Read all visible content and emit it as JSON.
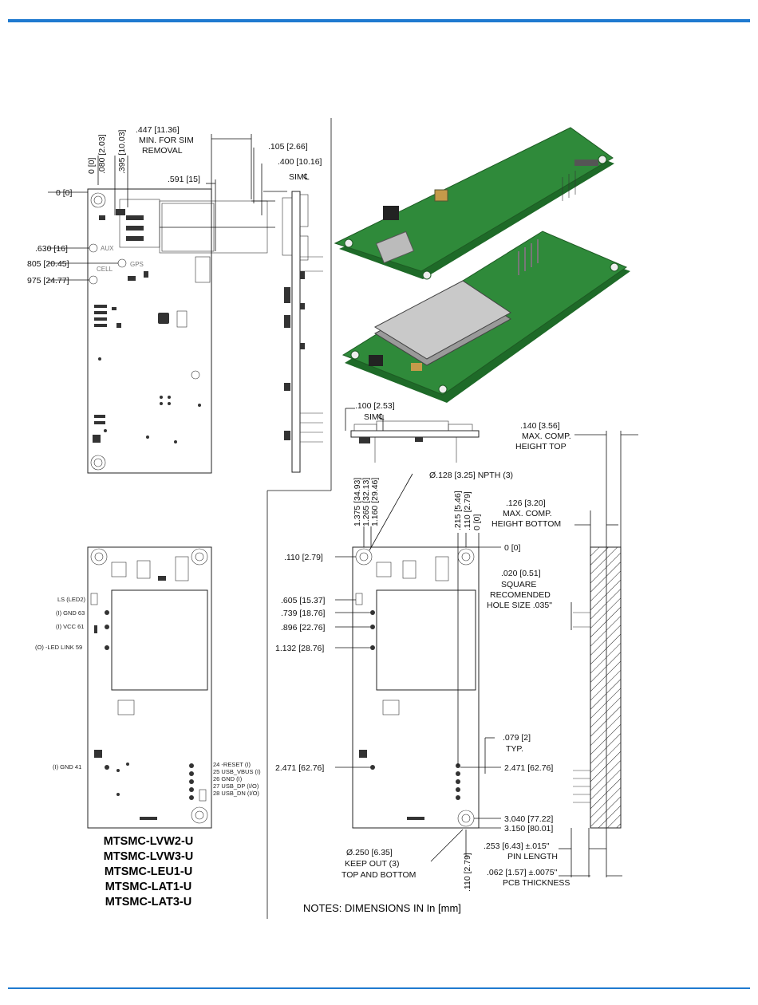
{
  "top_view": {
    "sim_min": ".447 [11.36]",
    "sim_min_note_1": "MIN. FOR SIM",
    "sim_min_note_2": "REMOVAL",
    "dim_105": ".105 [2.66]",
    "dim_400": ".400 [10.16]",
    "sim_cl": "SIM℄",
    "dim_591": ".591 [15]",
    "dim_0_0v": "0 [0]",
    "dim_080": ".080 [2.03]",
    "dim_395": ".395 [10.03]",
    "dim_0_0h": "0 [0]",
    "dim_630": ".630 [16]",
    "dim_805": "805 [20.45]",
    "dim_975": "975 [24.77]",
    "aux": "AUX",
    "cell": "CELL",
    "gps": "GPS"
  },
  "side_small": {
    "dim_100": ".100 [2.53]",
    "sim_cl": "SIM℄"
  },
  "bottom_left": {
    "ls_led2": "LS (LED2)",
    "gnd_63": "(I) GND  63",
    "vcc_61": "(I) VCC  61",
    "led_link": "(O) -LED LINK  59",
    "gnd_41": "(I) GND  41",
    "pins": [
      "24  -RESET (I)",
      "25  USB_VBUS (I)",
      "26  GND (I)",
      "27  USB_DP (I/O)",
      "28  USB_DN (I/O)"
    ]
  },
  "models": [
    "MTSMC-LVW2-U",
    "MTSMC-LVW3-U",
    "MTSMC-LEU1-U",
    "MTSMC-LAT1-U",
    "MTSMC-LAT3-U"
  ],
  "bottom_dims": {
    "v_1375": "1.375 [34.93]",
    "v_1265": "1.265 [32.13]",
    "v_1160": "1.160 [29.46]",
    "hole_dia": "Ø.128 [3.25]  NPTH (3)",
    "v_215": ".215 [5.46]",
    "v_110": ".110 [2.79]",
    "v_0": "0 [0]",
    "h_0": "0 [0]",
    "h_110": ".110 [2.79]",
    "h_605": ".605 [15.37]",
    "h_739": ".739 [18.76]",
    "h_896": ".896 [22.76]",
    "h_1132": "1.132 [28.76]",
    "h_2471_left": "2.471 [62.76]",
    "h_2471_right": "2.471 [62.76]",
    "h_3040": "3.040 [77.22]",
    "h_3150": "3.150 [80.01]",
    "keepout_1": "Ø.250 [6.35]",
    "keepout_2": "KEEP OUT (3)",
    "keepout_3": "TOP AND BOTTOM",
    "v_110_bottom": ".110 [2.79]",
    "typ_079": ".079 [2]",
    "typ": "TYP."
  },
  "side_right": {
    "max_top_1": ".140 [3.56]",
    "max_top_2": "MAX. COMP.",
    "max_top_3": "HEIGHT TOP",
    "max_bot_1": ".126 [3.20]",
    "max_bot_2": "MAX. COMP.",
    "max_bot_3": "HEIGHT BOTTOM",
    "sq_1": ".020 [0.51]",
    "sq_2": "SQUARE",
    "sq_3": "RECOMENDED",
    "sq_4": "HOLE SIZE .035\"",
    "pin_1": ".253 [6.43]  ±.015\"",
    "pin_2": "PIN LENGTH",
    "pcb_1": ".062 [1.57]  ±.0075\"",
    "pcb_2": "PCB THICKNESS"
  },
  "notes": "NOTES: DIMENSIONS IN In [mm]",
  "colors": {
    "rule": "#1f7ad0",
    "pcb": "#2f8a3a"
  }
}
